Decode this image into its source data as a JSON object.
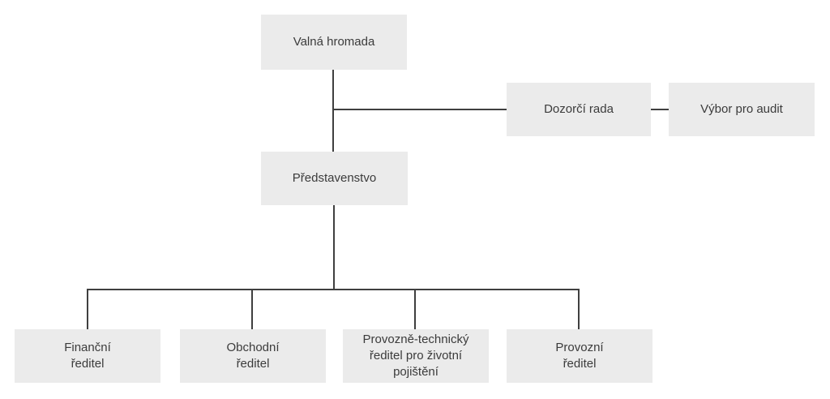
{
  "org_chart": {
    "type": "org-hierarchy-diagram",
    "language": "cs",
    "colors": {
      "background": "#ffffff",
      "box_fill": "#ebebeb",
      "text": "#3b3b3b",
      "line": "#3f3f3f"
    },
    "nodes": [
      {
        "id": "valna-hromada",
        "label": "Valná hromada"
      },
      {
        "id": "dozorci-rada",
        "label": "Dozorčí rada"
      },
      {
        "id": "vybor-pro-audit",
        "label": "Výbor pro audit"
      },
      {
        "id": "predstavenstvo",
        "label": "Představenstvo"
      },
      {
        "id": "financni-reditel",
        "label": "Finanční\nředitel"
      },
      {
        "id": "obchodni-reditel",
        "label": "Obchodní\nředitel"
      },
      {
        "id": "provozne-technicky-reditel",
        "label": "Provozně-technický\nředitel pro životní\npojištění"
      },
      {
        "id": "provozni-reditel",
        "label": "Provozní\nředitel"
      }
    ],
    "edges": [
      {
        "from": "valna-hromada",
        "to": "predstavenstvo"
      },
      {
        "from": "valna-hromada",
        "to": "dozorci-rada"
      },
      {
        "from": "dozorci-rada",
        "to": "vybor-pro-audit"
      },
      {
        "from": "predstavenstvo",
        "to": "financni-reditel"
      },
      {
        "from": "predstavenstvo",
        "to": "obchodni-reditel"
      },
      {
        "from": "predstavenstvo",
        "to": "provozne-technicky-reditel"
      },
      {
        "from": "predstavenstvo",
        "to": "provozni-reditel"
      }
    ]
  }
}
